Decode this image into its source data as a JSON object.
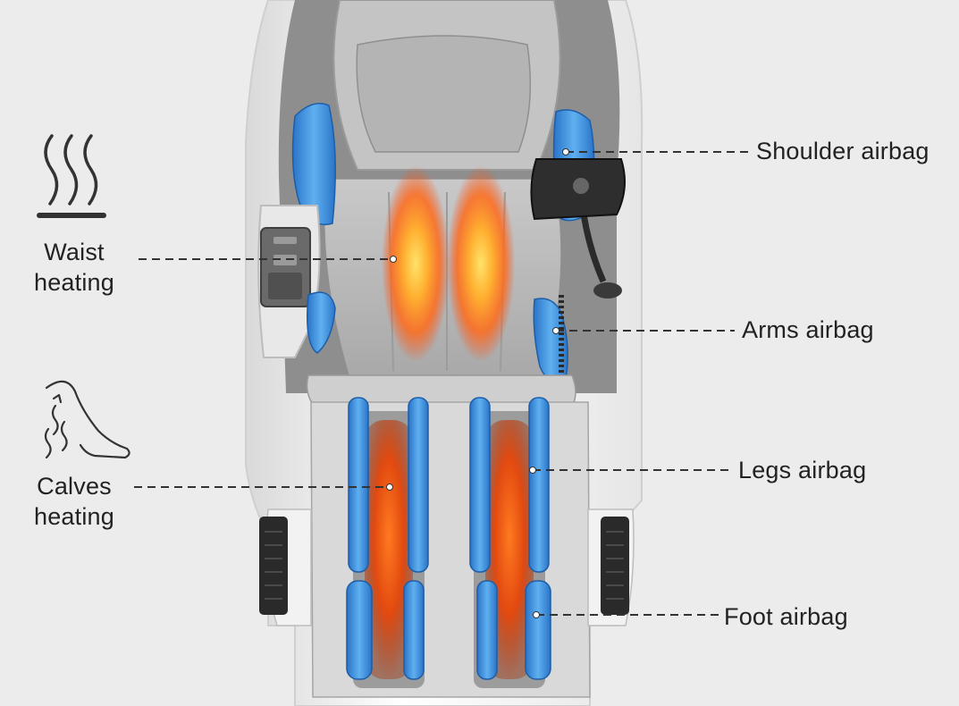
{
  "labels": {
    "shoulder_airbag": "Shoulder airbag",
    "waist_heating_line1": "Waist",
    "waist_heating_line2": "heating",
    "arms_airbag": "Arms airbag",
    "calves_heating_line1": "Calves",
    "calves_heating_line2": "heating",
    "legs_airbag": "Legs airbag",
    "foot_airbag": "Foot airbag"
  },
  "icons": {
    "heat": "heat-waves-icon",
    "calf": "calf-heat-icon"
  },
  "colors": {
    "background": "#ececec",
    "airbag_blue": "#3e93e0",
    "heat_orange": "#ff7a1a",
    "chair_white": "#f7f7f7",
    "upholstery_gray": "#bdbdbd",
    "leader_line": "#333333"
  }
}
